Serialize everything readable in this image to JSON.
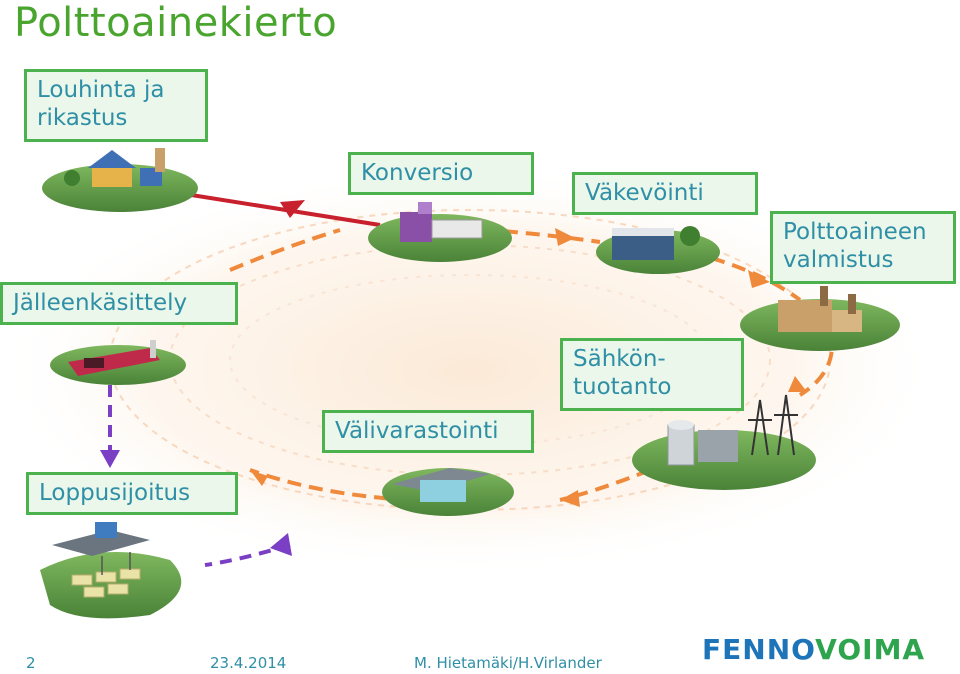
{
  "title": "Polttoainekierto",
  "labels": {
    "louhinta": "Louhinta ja\nrikastus",
    "konversio": "Konversio",
    "vakevointi": "Väkevöinti",
    "valmistus": "Polttoaineen\nvalmistus",
    "jalleenkasittely": "Jälleenkäsittely",
    "sahkontuotanto": "Sähkön-\ntuotanto",
    "valivarastointi": "Välivarastointi",
    "loppusijoitus": "Loppusijoitus"
  },
  "footer": {
    "page": "2",
    "date": "23.4.2014",
    "authors": "M. Hietamäki/H.Virlander"
  },
  "logo": {
    "part1": "FENNO",
    "part2": "VOIMA"
  },
  "colors": {
    "title": "#4aa52e",
    "label_border": "#4bb24d",
    "label_fill": "#eaf7ea",
    "label_text": "#2f8fa6",
    "arrow_orange": "#ef8a3c",
    "arrow_red": "#c8202c",
    "arrow_purple": "#7a3fc4",
    "island": "#5f9a48"
  }
}
